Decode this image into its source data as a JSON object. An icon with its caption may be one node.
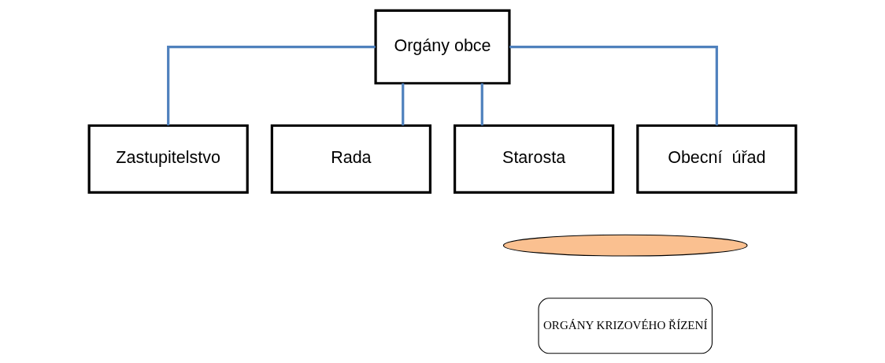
{
  "diagram": {
    "nodes": [
      {
        "text": [
          "Orgány obce"
        ]
      },
      {
        "text": [
          "Zastupitelstvo"
        ]
      },
      {
        "text": [
          "Rada"
        ]
      },
      {
        "text": [
          "Starosta"
        ]
      },
      {
        "text": [
          "Obecní  úřad"
        ]
      },
      {
        "text": [],
        "shape": "ellipse"
      },
      {
        "text": [
          "ORGÁNY KRIZOVÉHO ŘÍZENÍ"
        ]
      }
    ],
    "edges": [
      {
        "from": 0,
        "to": 1,
        "arrow": "none"
      },
      {
        "from": 0,
        "to": 2,
        "arrow": "none"
      },
      {
        "from": 0,
        "to": 3,
        "arrow": "none"
      },
      {
        "from": 0,
        "to": 4,
        "arrow": "none"
      }
    ]
  }
}
